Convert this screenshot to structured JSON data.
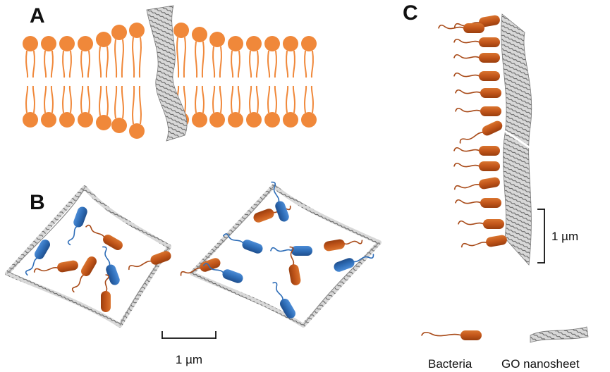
{
  "panels": {
    "a": {
      "letter": "A"
    },
    "b": {
      "letter": "B",
      "scale_label": "1 µm"
    },
    "c": {
      "letter": "C",
      "scale_label": "1 µm"
    }
  },
  "legend": {
    "bacteria_label": "Bacteria",
    "nanosheet_label": "GO nanosheet"
  },
  "colors": {
    "lipid": "#F0883A",
    "bacteria_brown": "#C2561A",
    "bacteria_blue": "#2F6EB8",
    "nanosheet": "#9a9a9a",
    "text": "#111111"
  },
  "icons": [
    "lipid-head-icon",
    "bacterium-icon",
    "go-nanosheet-icon"
  ]
}
